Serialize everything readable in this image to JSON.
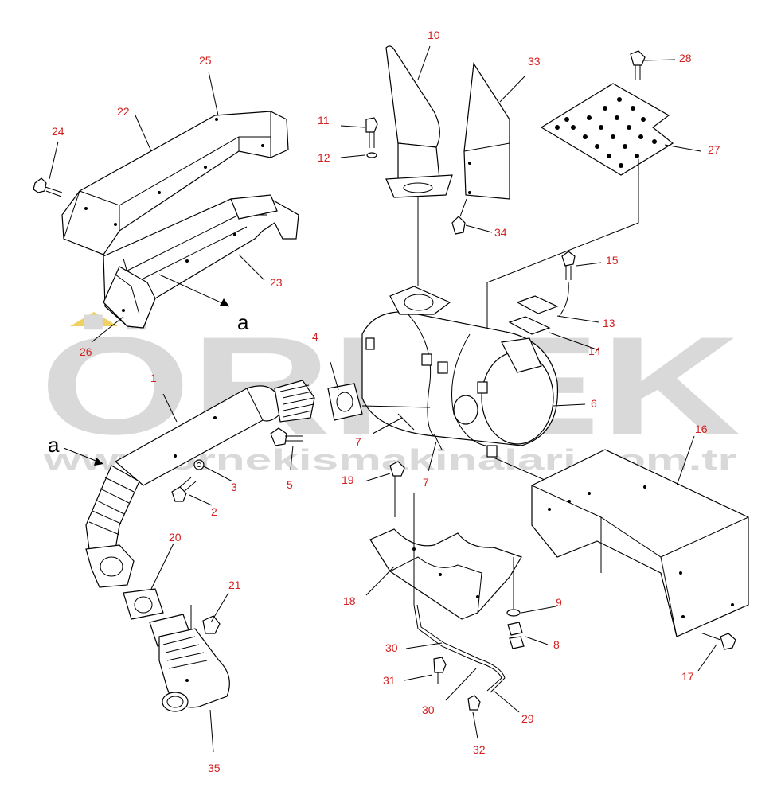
{
  "watermark": {
    "brand": "ÖRNEK",
    "url": "www.ornekismakinalari.com.tr",
    "brand_color": "#d9d9d9",
    "accent_color": "#f0d060"
  },
  "reference_marks": {
    "a_top": "a",
    "a_left": "a"
  },
  "callout_color": "#d42020",
  "callouts": {
    "c1": "1",
    "c2": "2",
    "c3": "3",
    "c4": "4",
    "c5": "5",
    "c6": "6",
    "c7a": "7",
    "c7b": "7",
    "c8": "8",
    "c9": "9",
    "c10": "10",
    "c11": "11",
    "c12": "12",
    "c13": "13",
    "c14": "14",
    "c15": "15",
    "c16": "16",
    "c17": "17",
    "c18": "18",
    "c19": "19",
    "c20": "20",
    "c21": "21",
    "c22": "22",
    "c23": "23",
    "c24": "24",
    "c25": "25",
    "c26": "26",
    "c27": "27",
    "c28": "28",
    "c29": "29",
    "c30a": "30",
    "c30b": "30",
    "c31": "31",
    "c32": "32",
    "c33": "33",
    "c34": "34",
    "c35": "35"
  }
}
